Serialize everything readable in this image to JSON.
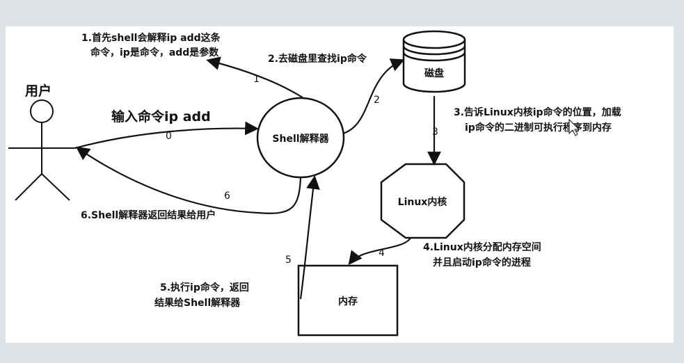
{
  "actor": {
    "label": "用户"
  },
  "nodes": {
    "shell": "Shell解释器",
    "disk": "磁盘",
    "kernel": "Linux内核",
    "memory": "内存"
  },
  "annotations": {
    "input_cmd": "输入命令ip add",
    "step1_line1": "1.首先shell会解释ip  add这条",
    "step1_line2": "命令，ip是命令，add是参数",
    "step2": "2.去磁盘里查找ip命令",
    "step3_line1": "3.告诉Linux内核ip命令的位置，加载",
    "step3_line2": "ip命令的二进制可执行程序到内存",
    "step4_line1": "4.Linux内核分配内存空间",
    "step4_line2": "并且启动ip命令的进程",
    "step5_line1": "5.执行ip命令，返回",
    "step5_line2": "结果给Shell解释器",
    "step6": "6.Shell解释器返回结果给用户"
  },
  "edge_numbers": {
    "e0": "0",
    "e1": "1",
    "e2": "2",
    "e3": "3",
    "e4": "4",
    "e5": "5",
    "e6": "6"
  },
  "colors": {
    "panel": "#ffffff",
    "stroke": "#111111",
    "background": "#dfe3e8"
  }
}
